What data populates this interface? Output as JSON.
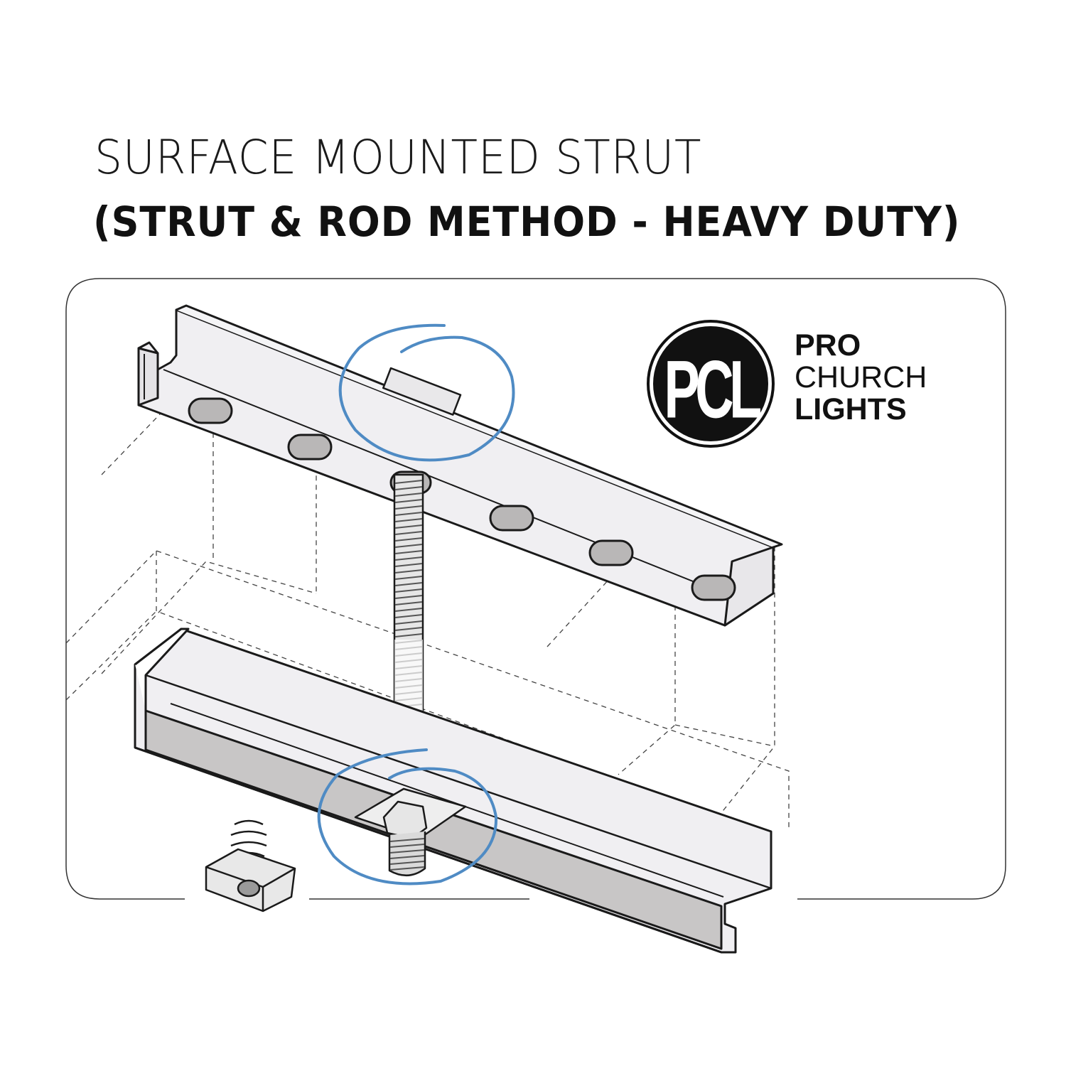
{
  "header": {
    "title": "SURFACE MOUNTED STRUT",
    "subtitle": "(STRUT & ROD METHOD - HEAVY DUTY)"
  },
  "logo": {
    "monogram": "PCL",
    "line1": "PRO",
    "line2": "CHURCH",
    "line3": "LIGHTS"
  },
  "colors": {
    "accent_circle": "#4f8bc4",
    "line": "#1a1a1a",
    "metal": "#efeef0",
    "slot": "#b8b6b6"
  }
}
